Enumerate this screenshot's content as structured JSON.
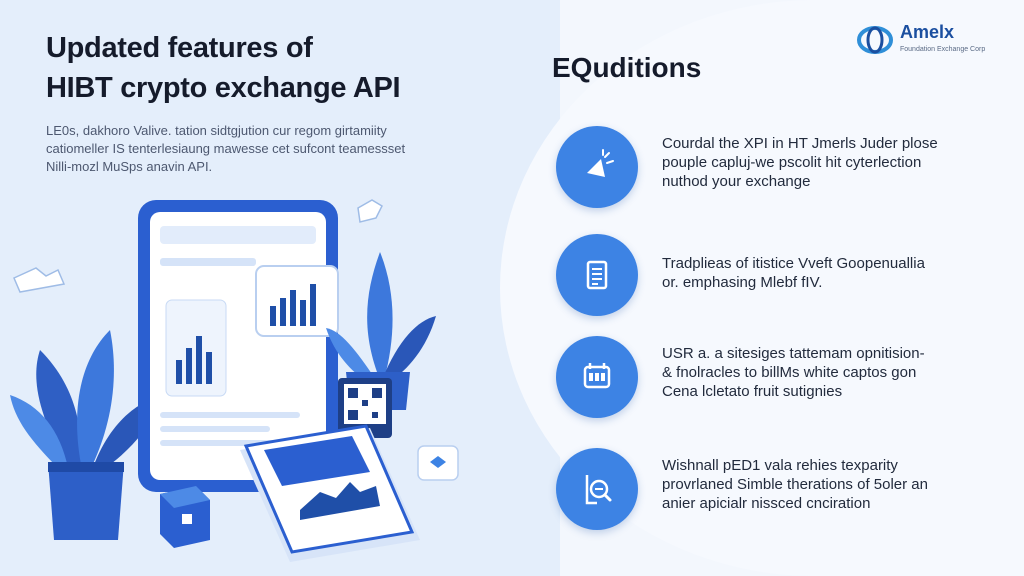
{
  "headline": {
    "line1": "Updated features of",
    "line2": "HIBT crypto exchange API"
  },
  "intro": [
    "LE0s, dakhoro Valive. tation sidtgjution cur regom girtamiity",
    "catiomeller IS tenterlesiaung mawesse cet sufcont teamessset",
    "Nilli-mozl MuSps anavin API."
  ],
  "brand": {
    "name": "Amelx",
    "tagline": "Foundation Exchange Corp"
  },
  "section_title": "EQuditions",
  "features": [
    {
      "icon": "megaphone-icon",
      "lines": [
        "Courdal the XPI in HT Jmerls Juder plose",
        "pouple capluj-we pscolit hit cyterlection",
        "nuthod your exchange"
      ]
    },
    {
      "icon": "document-icon",
      "lines": [
        "Tradplieas of itistice Vveft Goopenuallia",
        "or. emphasing Mlebf fIV."
      ]
    },
    {
      "icon": "calendar-icon",
      "lines": [
        "USR a. a sitesiges tattemam opnitision-",
        "& fnolracles to billMs white captos gon",
        "Cena lcletato fruit sutignies"
      ]
    },
    {
      "icon": "search-document-icon",
      "lines": [
        "Wishnall pED1 vala rehies texparity",
        "provrlaned Simble therations of 5oler an",
        "anier apicialr nissced cnciration"
      ]
    }
  ],
  "colors": {
    "accent": "#3d83e4",
    "dark_blue": "#1f4fa8",
    "panel_left": "#e4eefb",
    "panel_right": "#f6f9fe",
    "text": "#151b2b"
  }
}
